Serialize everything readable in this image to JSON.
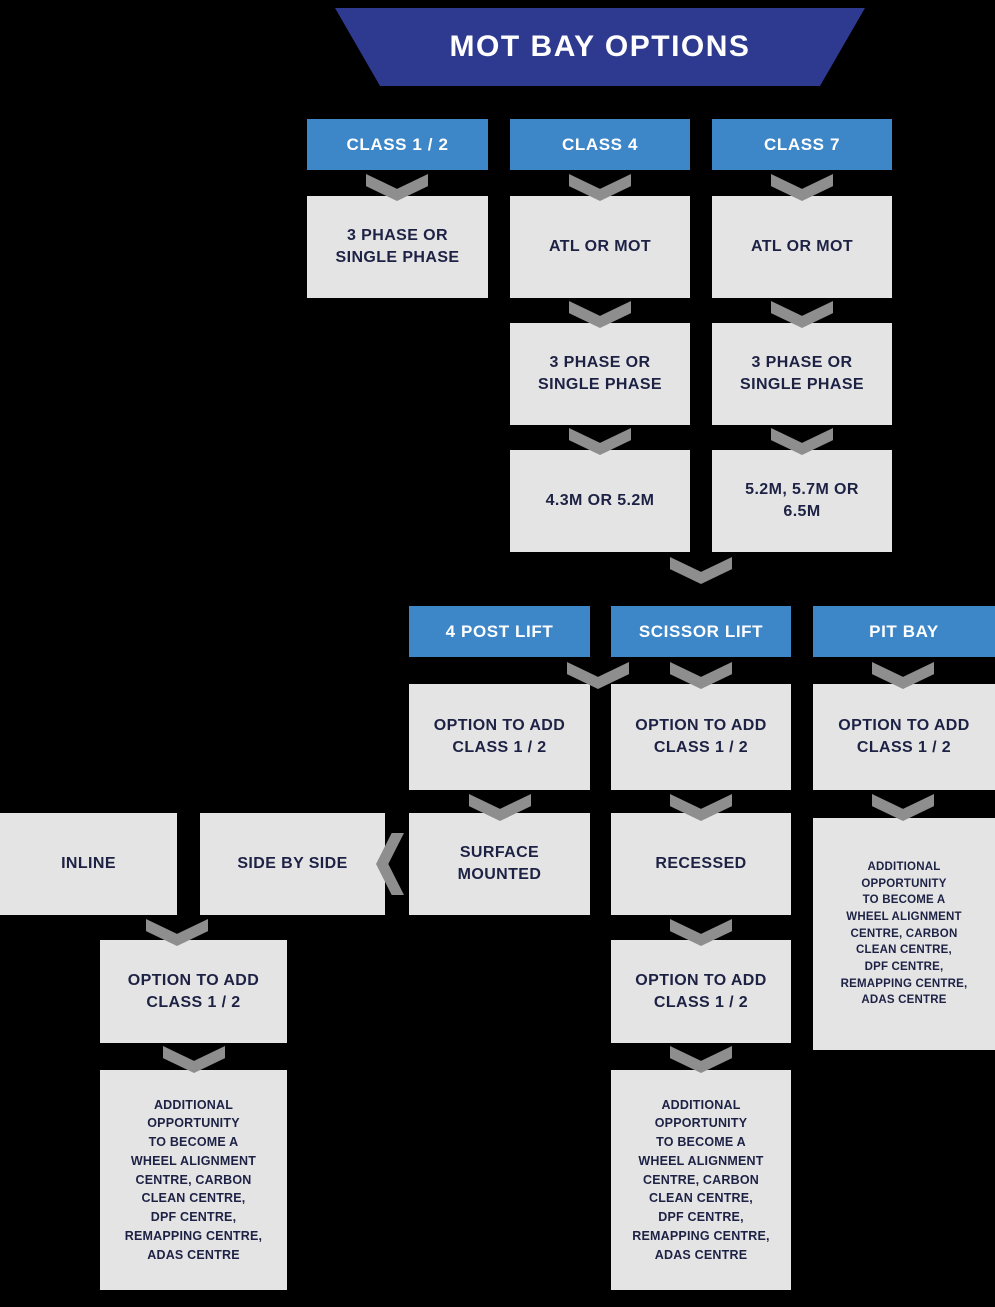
{
  "title": "MOT BAY OPTIONS",
  "colors": {
    "background": "#000000",
    "banner": "#2e3a90",
    "node_blue": "#3d87c9",
    "node_gray": "#e4e4e4",
    "arrow": "#8e8e8e",
    "text_dark": "#1d2245",
    "text_light": "#ffffff"
  },
  "shared": {
    "phase": "3 PHASE OR\nSINGLE PHASE",
    "atl_or_mot": "ATL OR MOT",
    "option_add": "OPTION TO ADD\nCLASS 1 / 2",
    "additional": "ADDITIONAL\nOPPORTUNITY\nTO BECOME A\nWHEEL ALIGNMENT\nCENTRE, CARBON\nCLEAN CENTRE,\nDPF CENTRE,\nREMAPPING CENTRE,\nADAS CENTRE"
  },
  "nodes": {
    "class_1_2": "CLASS 1 / 2",
    "class_4": "CLASS 4",
    "class_7": "CLASS 7",
    "class4_length": "4.3M OR 5.2M",
    "class7_length": "5.2M, 5.7M OR\n6.5M",
    "four_post_lift": "4 POST LIFT",
    "scissor_lift": "SCISSOR LIFT",
    "pit_bay": "PIT BAY",
    "surface_mounted": "SURFACE\nMOUNTED",
    "recessed": "RECESSED",
    "side_by_side": "SIDE BY SIDE",
    "inline": "INLINE"
  }
}
